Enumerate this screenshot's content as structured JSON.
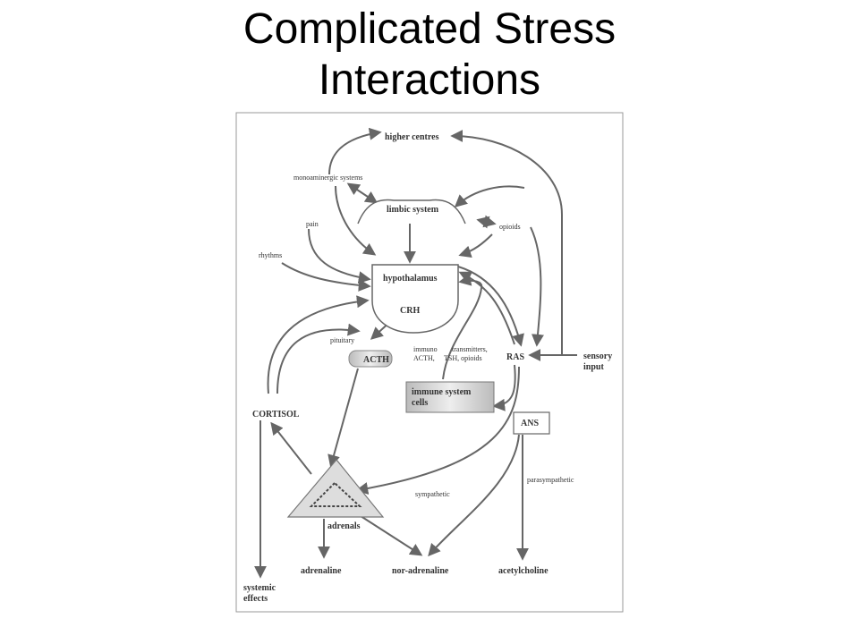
{
  "title": {
    "line1": "Complicated Stress",
    "line2": "Interactions"
  },
  "diagram": {
    "higher_centres": "higher centres",
    "monoaminergic_systems": "monoaminergic systems",
    "limbic_system": "limbic system",
    "opioids": "opioids",
    "pain": "pain",
    "rhythms": "rhythms",
    "hypothalamus": "hypothalamus",
    "crh": "CRH",
    "pituitary": "pituitary",
    "acth": "ACTH",
    "immuno": "immuno",
    "acth_small": "ACTH,",
    "transmitters": "transmitters,",
    "tsh_opioids": "TSH, opioids",
    "ras": "RAS",
    "sensory_line1": "sensory",
    "sensory_line2": "input",
    "immune_line1": "immune system",
    "immune_line2": "cells",
    "ans": "ANS",
    "cortisol": "CORTISOL",
    "parasympathetic": "parasympathetic",
    "sympathetic": "sympathetic",
    "adrenals": "adrenals",
    "adrenaline": "adrenaline",
    "noradrenaline": "nor-adrenaline",
    "acetylcholine": "acetylcholine",
    "systemic_line1": "systemic",
    "systemic_line2": "effects"
  }
}
